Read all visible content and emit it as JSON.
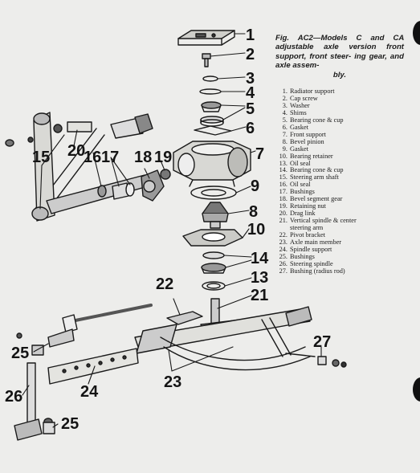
{
  "caption": {
    "line1": "Fig. AC2—Models C and CA",
    "line2": "adjustable axle version",
    "line3": "front support, front steer-",
    "line4": "ing gear, and axle assem-",
    "line5": "bly."
  },
  "legend": [
    {
      "n": "1.",
      "t": "Radiator support"
    },
    {
      "n": "2.",
      "t": "Cap screw"
    },
    {
      "n": "3.",
      "t": "Washer"
    },
    {
      "n": "4.",
      "t": "Shims"
    },
    {
      "n": "5.",
      "t": "Bearing cone & cup"
    },
    {
      "n": "6.",
      "t": "Gasket"
    },
    {
      "n": "7.",
      "t": "Front support"
    },
    {
      "n": "8.",
      "t": "Bevel pinion"
    },
    {
      "n": "9.",
      "t": "Gasket"
    },
    {
      "n": "10.",
      "t": "Bearing retainer"
    },
    {
      "n": "13.",
      "t": "Oil seal"
    },
    {
      "n": "14.",
      "t": "Bearing cone & cup"
    },
    {
      "n": "15.",
      "t": "Steering arm shaft"
    },
    {
      "n": "16.",
      "t": "Oil seal"
    },
    {
      "n": "17.",
      "t": "Bushings"
    },
    {
      "n": "18.",
      "t": "Bevel segment gear"
    },
    {
      "n": "19.",
      "t": "Retaining nut"
    },
    {
      "n": "20.",
      "t": "Drag link"
    },
    {
      "n": "21.",
      "t": "Vertical spindle & center"
    },
    {
      "n": "",
      "t": "steering arm"
    },
    {
      "n": "22.",
      "t": "Pivot bracket"
    },
    {
      "n": "23.",
      "t": "Axle main member"
    },
    {
      "n": "24.",
      "t": "Spindle support"
    },
    {
      "n": "25.",
      "t": "Bushings"
    },
    {
      "n": "26.",
      "t": "Steering spindle"
    },
    {
      "n": "27.",
      "t": "Bushing (radius rod)"
    }
  ],
  "callouts": {
    "c1": "1",
    "c2": "2",
    "c3": "3",
    "c4": "4",
    "c5": "5",
    "c6": "6",
    "c7": "7",
    "c8": "8",
    "c9": "9",
    "c10": "10",
    "c14": "14",
    "c13": "13",
    "c21": "21",
    "c22": "22",
    "c15": "15",
    "c20": "20",
    "c16": "16",
    "c17": "17",
    "c18": "18",
    "c19": "19",
    "c25a": "25",
    "c27": "27",
    "c23": "23",
    "c24": "24",
    "c26": "26",
    "c25b": "25"
  }
}
